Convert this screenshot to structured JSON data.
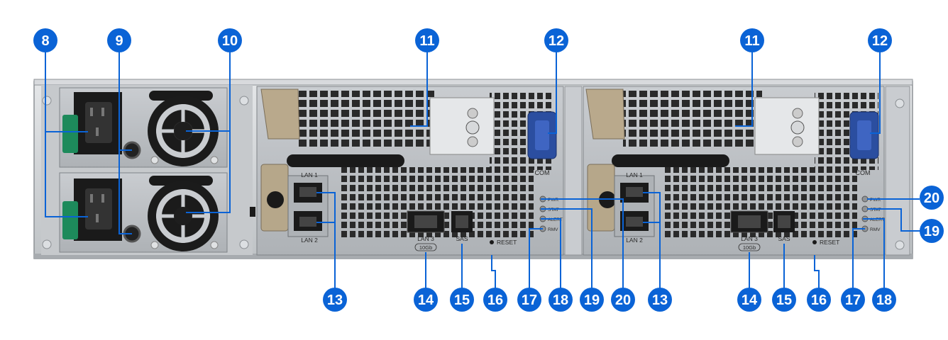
{
  "colors": {
    "callout": "#0a63d6",
    "chassis": "#cdd0d3",
    "panel": "#b9bdc1",
    "dark": "#1c1c1c",
    "green_latch": "#1d8a5b",
    "com_port": "#2b4ea0"
  },
  "callouts": {
    "c8": "8",
    "c9": "9",
    "c10": "10",
    "c11a": "11",
    "c12a": "12",
    "c11b": "11",
    "c12b": "12",
    "c13a": "13",
    "c14a": "14",
    "c15a": "15",
    "c16a": "16",
    "c17a": "17",
    "c18a": "18",
    "c19a": "19",
    "c20a": "20",
    "c13b": "13",
    "c14b": "14",
    "c15b": "15",
    "c16b": "16",
    "c17b": "17",
    "c18b": "18",
    "c20b": "20",
    "c19b": "19"
  },
  "port_labels": {
    "lan1": "LAN 1",
    "lan2": "LAN 2",
    "lan3": "LAN 3",
    "tengb": "10Gb",
    "sas": "SAS",
    "reset": "RESET",
    "com": "COM",
    "led_pwr": "PWR",
    "led_stat": "STAT",
    "led_alert": "ALERT",
    "led_rmv": "RMV"
  }
}
